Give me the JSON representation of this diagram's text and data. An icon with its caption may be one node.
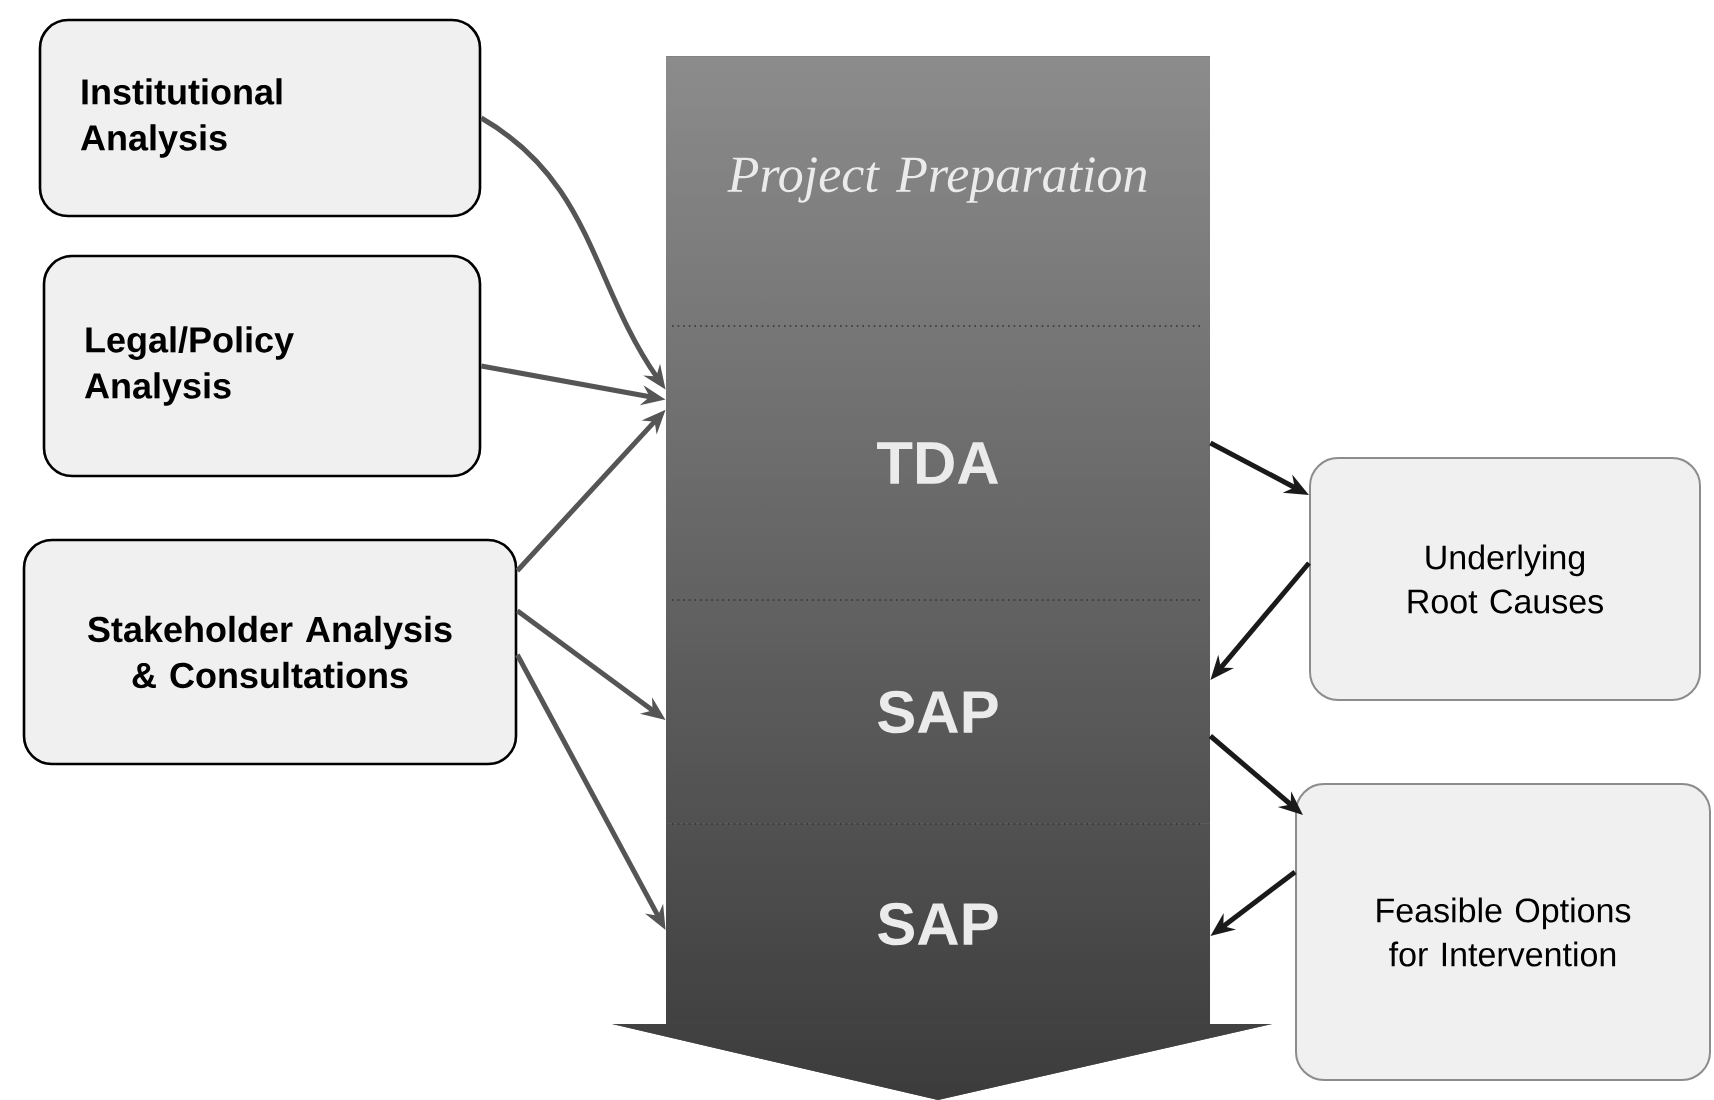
{
  "diagram": {
    "nodes": [
      {
        "text": [
          "Institutional Analysis"
        ]
      },
      {
        "text": [
          "Legal/Policy Analysis"
        ]
      },
      {
        "text": [
          "Stakeholder Analysis & Consultations"
        ]
      },
      {
        "text": [
          "Project Preparation"
        ]
      },
      {
        "text": [
          "TDA"
        ],
        "in": 3
      },
      {
        "text": [
          "SAP"
        ],
        "in": 3
      },
      {
        "text": [
          "SAP"
        ],
        "in": 3
      },
      {
        "text": [
          "Underlying Root Causes"
        ]
      },
      {
        "text": [
          "Feasible Options for Intervention"
        ]
      }
    ],
    "edges": [
      {
        "from": 0,
        "to": 4,
        "arrow": "to"
      },
      {
        "from": 1,
        "to": 4,
        "arrow": "to"
      },
      {
        "from": 2,
        "to": 4,
        "arrow": "to"
      },
      {
        "from": 2,
        "to": 5,
        "arrow": "to"
      },
      {
        "from": 2,
        "to": 6,
        "arrow": "to"
      },
      {
        "from": 4,
        "to": 7,
        "arrow": "to",
        "color": "#1a1a1a"
      },
      {
        "from": 7,
        "to": 5,
        "arrow": "to",
        "color": "#1a1a1a"
      },
      {
        "from": 5,
        "to": 8,
        "arrow": "to",
        "color": "#1a1a1a"
      },
      {
        "from": 8,
        "to": 6,
        "arrow": "to",
        "color": "#1a1a1a"
      }
    ]
  }
}
